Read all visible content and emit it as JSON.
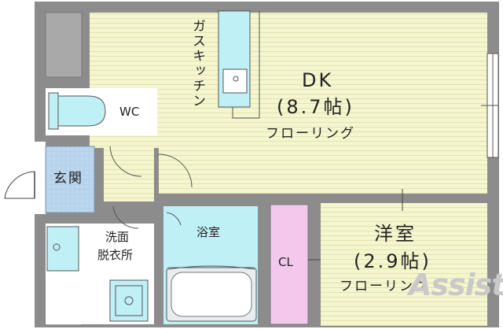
{
  "rooms": {
    "kitchen": {
      "label": "ガスキッチン"
    },
    "dk": {
      "name": "DK",
      "size": "(8.7帖)",
      "floor": "フローリング"
    },
    "wc": {
      "label": "WC"
    },
    "entrance": {
      "label": "玄関"
    },
    "washroom": {
      "line1": "洗面",
      "line2": "脱衣所"
    },
    "bath": {
      "label": "浴室"
    },
    "closet": {
      "label": "CL"
    },
    "western": {
      "name": "洋室",
      "size": "(2.9帖)",
      "floor": "フローリング"
    }
  },
  "watermark": {
    "text": "Assist"
  },
  "colors": {
    "wall": "#8c8c8c",
    "floor_wood": "#f5f6cf",
    "floor_line": "#e3e5b1",
    "tile_blue": "#b9d4ee",
    "fixture_cyan": "#bfeef4",
    "closet_pink": "#f4c8ec",
    "gray_block": "#a7a7a7"
  }
}
